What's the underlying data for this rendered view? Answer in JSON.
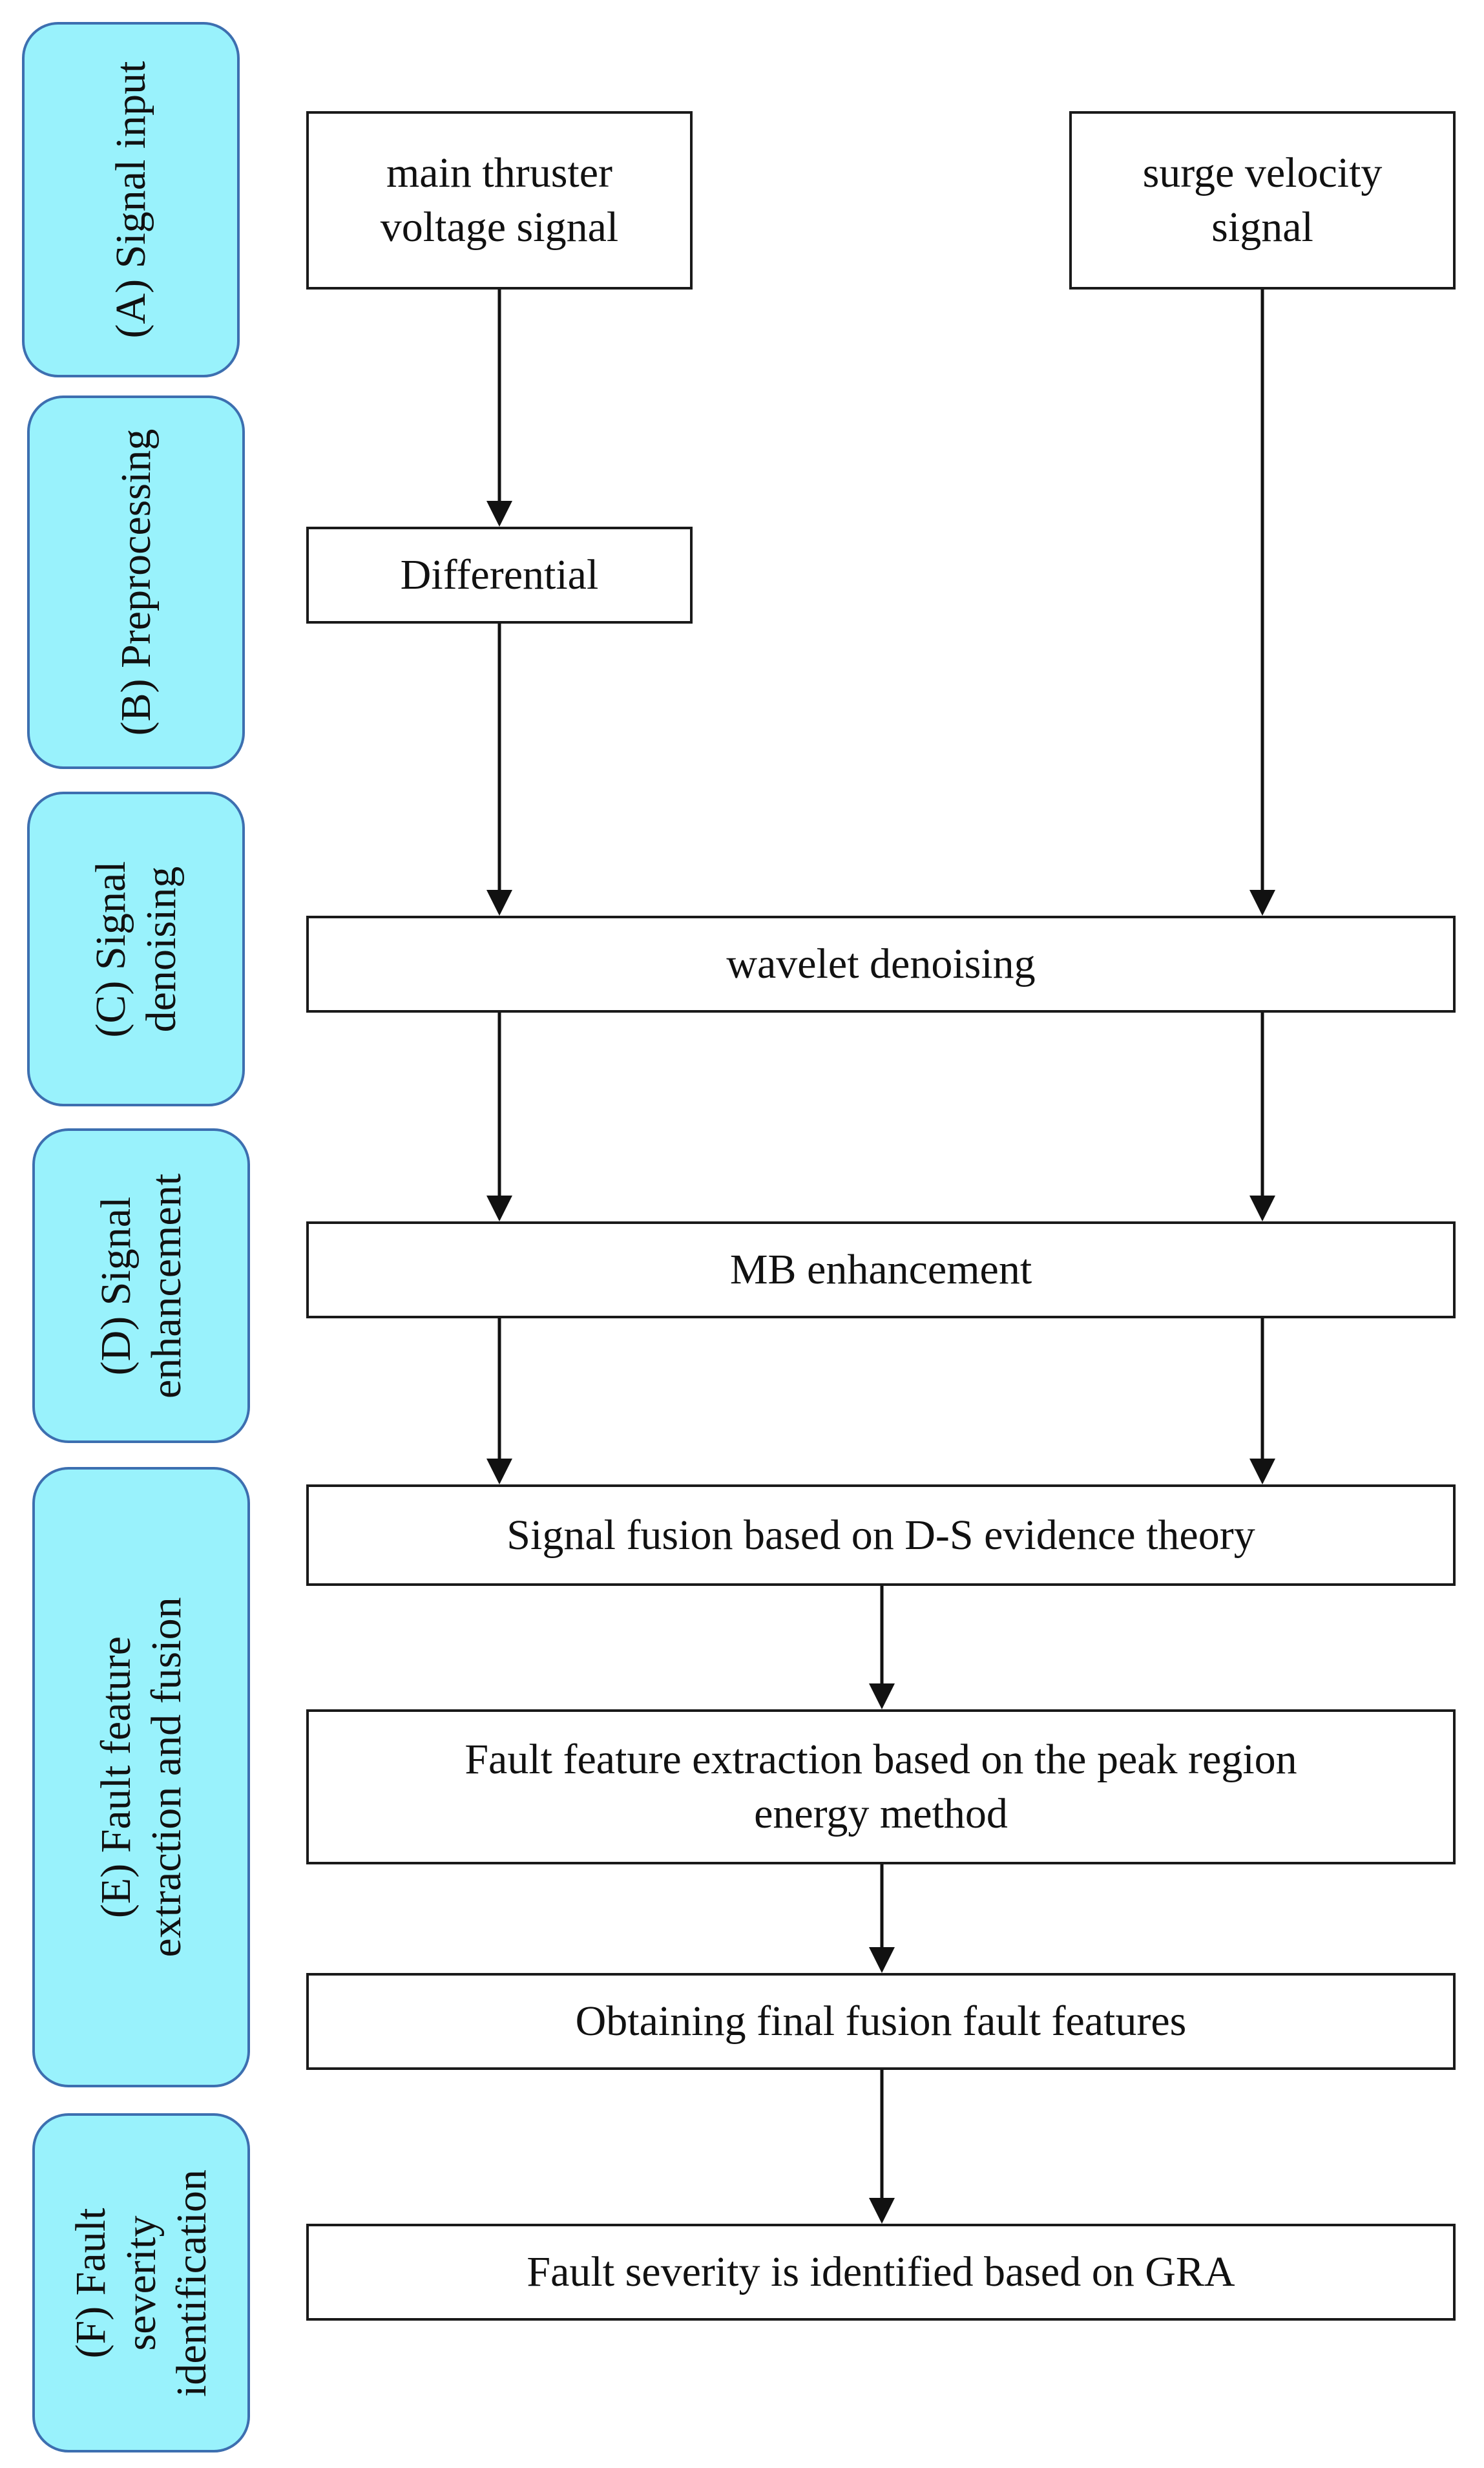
{
  "stages": [
    {
      "id": "A",
      "lines": [
        "(A) Signal input"
      ]
    },
    {
      "id": "B",
      "lines": [
        "(B) Preprocessing"
      ]
    },
    {
      "id": "C",
      "lines": [
        "(C) Signal",
        "denoising"
      ]
    },
    {
      "id": "D",
      "lines": [
        "(D) Signal",
        "enhancement"
      ]
    },
    {
      "id": "E",
      "lines": [
        "(E) Fault feature",
        "extraction and fusion"
      ]
    },
    {
      "id": "F",
      "lines": [
        "(F) Fault",
        "severity",
        "identification"
      ]
    }
  ],
  "boxes": {
    "main_thruster": {
      "lines": [
        "main thruster",
        "voltage signal"
      ]
    },
    "surge_velocity": {
      "lines": [
        "surge velocity",
        "signal"
      ]
    },
    "differential": {
      "lines": [
        "Differential"
      ]
    },
    "wavelet": {
      "lines": [
        "wavelet denoising"
      ]
    },
    "mb": {
      "lines": [
        "MB enhancement"
      ]
    },
    "fusion": {
      "lines": [
        "Signal fusion based on D-S evidence theory"
      ]
    },
    "feature_extraction": {
      "lines": [
        "Fault feature extraction based on the peak region",
        "energy method"
      ]
    },
    "final_features": {
      "lines": [
        "Obtaining final fusion fault features"
      ]
    },
    "severity": {
      "lines": [
        "Fault severity is identified based on GRA"
      ]
    }
  },
  "colors": {
    "stage_fill": "#99F2FC",
    "stage_border": "#3d6fb0",
    "box_border": "#1a1a1a",
    "arrow": "#111111"
  }
}
